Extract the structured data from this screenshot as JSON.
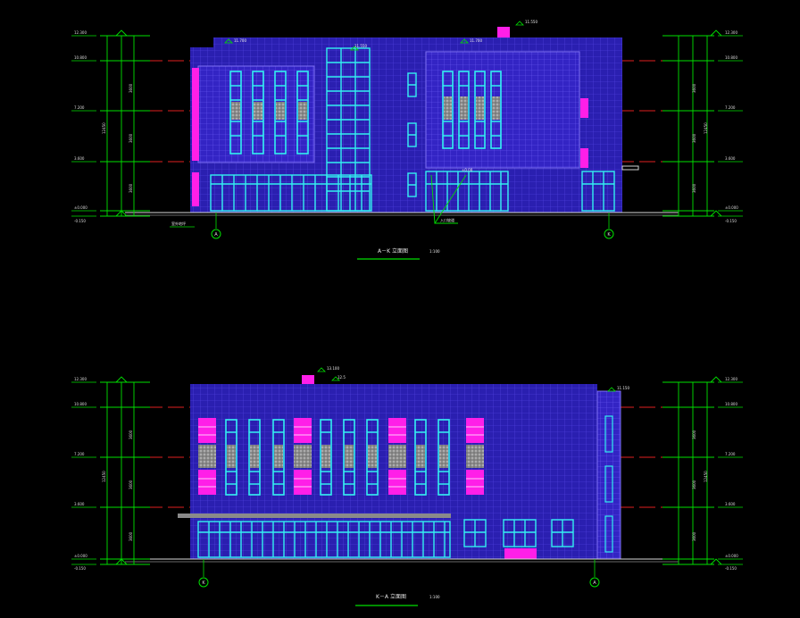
{
  "drawing": {
    "top_elevation": {
      "title": "A－K 立面图",
      "scale": "1:100",
      "axis_left": "A",
      "axis_right": "K",
      "roof_marks": [
        "11.700",
        "11.550",
        "11.700",
        "11.550"
      ],
      "entrance_mark": "±0.00",
      "left_levels": [
        "12.300",
        "10.800",
        "7.200",
        "3.600",
        "±0.000",
        "-0.150"
      ],
      "right_levels": [
        "12.300",
        "10.800",
        "7.200",
        "3.600",
        "±0.000",
        "-0.150"
      ],
      "left_floor_dims": [
        "3600",
        "3600",
        "3600"
      ],
      "right_floor_dims": [
        "3600",
        "3600",
        "3600"
      ],
      "left_total_dim": "12450",
      "right_total_dim": "12450",
      "small_label_left": "室外地坪",
      "small_label_entrance": "入口坡道"
    },
    "bottom_elevation": {
      "title": "K－A 立面图",
      "scale": "1:100",
      "axis_left": "K",
      "axis_right": "A",
      "roof_marks": [
        "13.100",
        "12.5",
        "11.150"
      ],
      "left_levels": [
        "12.300",
        "10.800",
        "7.200",
        "3.600",
        "±0.000",
        "-0.150"
      ],
      "right_levels": [
        "12.300",
        "10.800",
        "7.200",
        "3.600",
        "±0.000",
        "-0.150"
      ],
      "left_floor_dims": [
        "3600",
        "3600",
        "3600"
      ],
      "right_floor_dims": [
        "3600",
        "3600",
        "3600"
      ],
      "left_total_dim": "12450",
      "right_total_dim": "12450"
    }
  },
  "colors": {
    "background": "#000000",
    "wall": "#2a1fb0",
    "wall_light": "#3f2bd6",
    "grid_line": "#6a5af5",
    "window": "#33f0f0",
    "accent": "#ff1fe8",
    "level_line": "#e02020",
    "dimension": "#00e000",
    "speckle": "#b0b0b0"
  }
}
